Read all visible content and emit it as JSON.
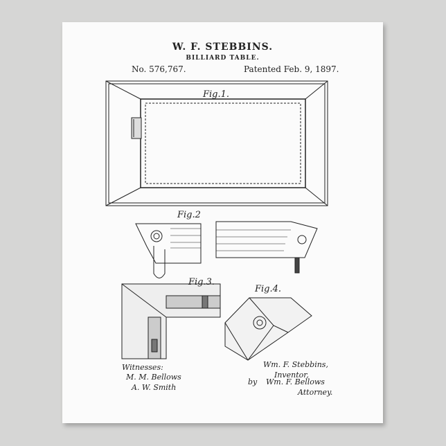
{
  "header": {
    "inventor": "W. F. STEBBINS.",
    "title": "BILLIARD TABLE.",
    "patent_number": "No. 576,767.",
    "patent_date": "Patented Feb. 9, 1897."
  },
  "figures": [
    "Fig.1.",
    "Fig.2",
    "Fig.3.",
    "Fig.4."
  ],
  "witnesses": {
    "label": "Witnesses:",
    "names": [
      "M. M. Bellows",
      "A. W. Smith"
    ]
  },
  "signature": {
    "inventor": "Wm. F. Stebbins,",
    "role": "Inventor,",
    "by": "by",
    "attorney": "Wm. F. Bellows",
    "attorney_role": "Attorney."
  }
}
